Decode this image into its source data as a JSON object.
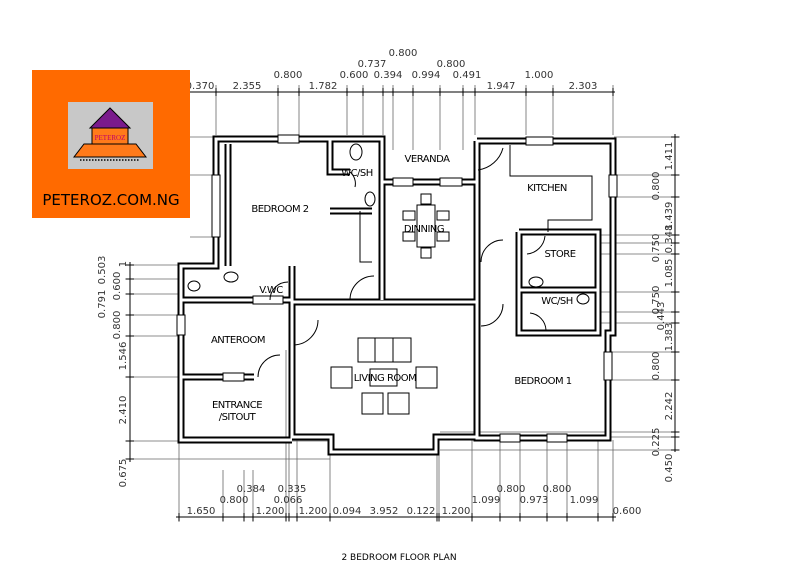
{
  "logo": {
    "brand_text": "PETEROZ",
    "website": "PETEROZ.COM.NG",
    "colors": {
      "background": "#ff6a00",
      "panel": "#c8c8c8",
      "roof": "#7a1a8c",
      "body": "#ff7a1a"
    }
  },
  "rooms": {
    "bedroom2": "BEDROOM 2",
    "wcsh_top": "WC/SH",
    "veranda": "VERANDA",
    "dining": "DINNING",
    "kitchen": "KITCHEN",
    "store": "STORE",
    "wcsh_right": "WC/SH",
    "vwc": "V.WC",
    "anteroom": "ANTEROOM",
    "living": "LIVING ROOM",
    "bedroom1": "BEDROOM 1",
    "entrance_line1": "ENTRANCE",
    "entrance_line2": "/SITOUT"
  },
  "dimensions": {
    "top": [
      "0.370",
      "2.355",
      "0.800",
      "1.782",
      "0.600",
      "0.737",
      "0.394",
      "0.800",
      "0.994",
      "0.800",
      "0.491",
      "1.947",
      "1.000",
      "2.303"
    ],
    "left": [
      "1",
      "0.503",
      "0.600",
      "0.791",
      "0.800",
      "1.546",
      "2.410",
      "0.675"
    ],
    "right": [
      "1.411",
      "0.800",
      "1.439",
      "0.348",
      "0.750",
      "1.085",
      "0.750",
      "0.443",
      "1.383",
      "0.800",
      "2.242",
      "0.225",
      "0.450"
    ],
    "bottom": [
      "1.650",
      "0.800",
      "0.384",
      "1.200",
      "0.066",
      "0.335",
      "1.200",
      "0.094",
      "3.952",
      "0.122",
      "1.200",
      "1.099",
      "0.800",
      "0.973",
      "0.800",
      "1.099",
      "0.600"
    ]
  },
  "title": "2 BEDROOM FLOOR PLAN"
}
